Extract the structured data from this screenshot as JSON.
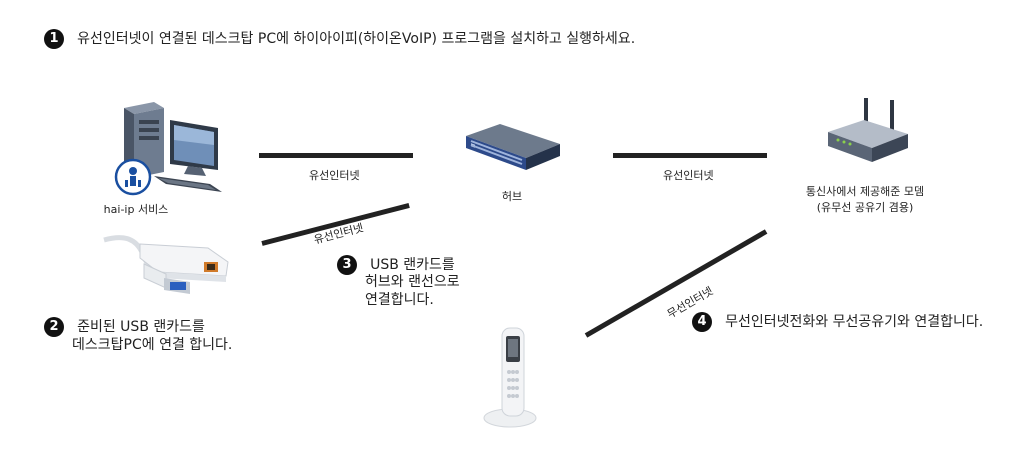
{
  "step1": {
    "num": "1",
    "text": "유선인터넷이 연결된 데스크탑 PC에 하이아이피(하이온VoIP) 프로그램을 설치하고 실행하세요."
  },
  "step2": {
    "num": "2",
    "line1": "준비된 USB 랜카드를",
    "line2": "데스크탑PC에 연결 합니다."
  },
  "step3": {
    "num": "3",
    "line1": "USB 랜카드를",
    "line2": "허브와 랜선으로",
    "line3": "연결합니다."
  },
  "step4": {
    "num": "4",
    "text": "무선인터넷전화와 무선공유기와 연결합니다."
  },
  "labels": {
    "pc": "hai-ip 서비스",
    "hub": "허브",
    "modem_line1": "통신사에서 제공해준 모뎀",
    "modem_line2": "(유무선 공유기 겸용)",
    "wire_pc_hub": "유선인터넷",
    "wire_hub_modem": "유선인터넷",
    "wire_usb_hub": "유선인터넷",
    "wire_phone_modem": "무선인터넷"
  }
}
